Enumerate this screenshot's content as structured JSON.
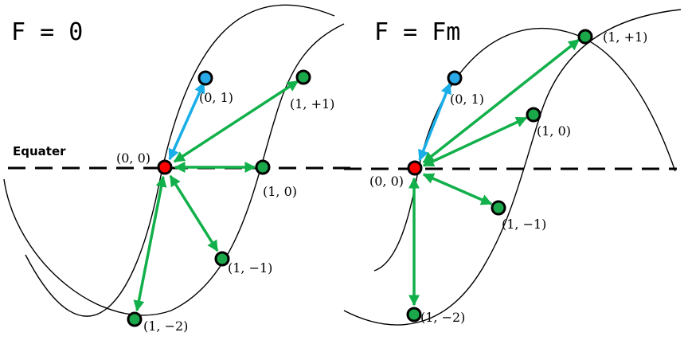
{
  "colors": {
    "origin": "#ff0000",
    "green_state": "#1aa84a",
    "blue_state": "#29a9e8",
    "green_arrow": "#12b04a",
    "blue_arrow": "#19aee8"
  },
  "left_panel": {
    "title": "F = 0",
    "equator_label": "Equater",
    "labels": {
      "origin": "(0, 0)",
      "s01": "(0, 1)",
      "s1p1": "(1, +1)",
      "s10": "(1, 0)",
      "s1m1": "(1, −1)",
      "s1m2": "(1, −2)"
    }
  },
  "right_panel": {
    "title": "F = Fm",
    "labels": {
      "origin": "(0, 0)",
      "s01": "(0, 1)",
      "s1p1": "(1, +1)",
      "s10": "(1, 0)",
      "s1m1": "(1, −1)",
      "s1m2": "(1, −2)"
    }
  }
}
